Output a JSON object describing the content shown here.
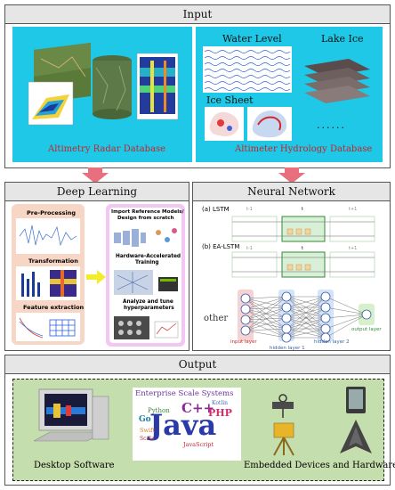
{
  "input": {
    "title": "Input",
    "altimetry_caption": "Altimetry Radar Database",
    "hydrology_caption": "Altimeter Hydrology Database",
    "water_level": "Water Level",
    "lake_ice": "Lake Ice",
    "ice_sheet": "Ice Sheet",
    "ellipsis": "......"
  },
  "deep_learning": {
    "title": "Deep Learning",
    "pre_processing": "Pre-Processing",
    "transformation": "Transformation",
    "feature_extraction": "Feature extraction",
    "import_models_1": "Import Reference Models/",
    "import_models_2": "Design from scratch",
    "hw_training_1": "Hardware-Accelerated",
    "hw_training_2": "Training",
    "analyze_1": "Analyze and tune",
    "analyze_2": "hyperparameters"
  },
  "neural_network": {
    "title": "Neural Network",
    "lstm": "(a) LSTM",
    "ea_lstm": "(b) EA-LSTM",
    "t_minus": "t-1",
    "t": "t",
    "t_plus": "t+1",
    "other": "other",
    "input_layer": "input layer",
    "hidden_1": "hidden layer 1",
    "hidden_2": "hidden layer 2",
    "output_layer": "output layer"
  },
  "output": {
    "title": "Output",
    "desktop": "Desktop Software",
    "embedded": "Embedded Devices and Hardware",
    "enterprise": "Enterprise Scale Systems",
    "java": "Java",
    "cpp": "C++",
    "python": "Python",
    "php": "PHP",
    "go": "Go",
    "javascript": "JavaScript",
    "swift": "Swift",
    "kotlin": "Kotlin",
    "scala": "Scala"
  },
  "colors": {
    "cyan": "#1ec8e6",
    "arrow": "#e8707e",
    "red_text": "#c0272d",
    "green_bg": "#c5deae",
    "peach": "#f7d6c6",
    "lilac": "#f3c6f3",
    "nn_blue": "#d4e3f8"
  }
}
